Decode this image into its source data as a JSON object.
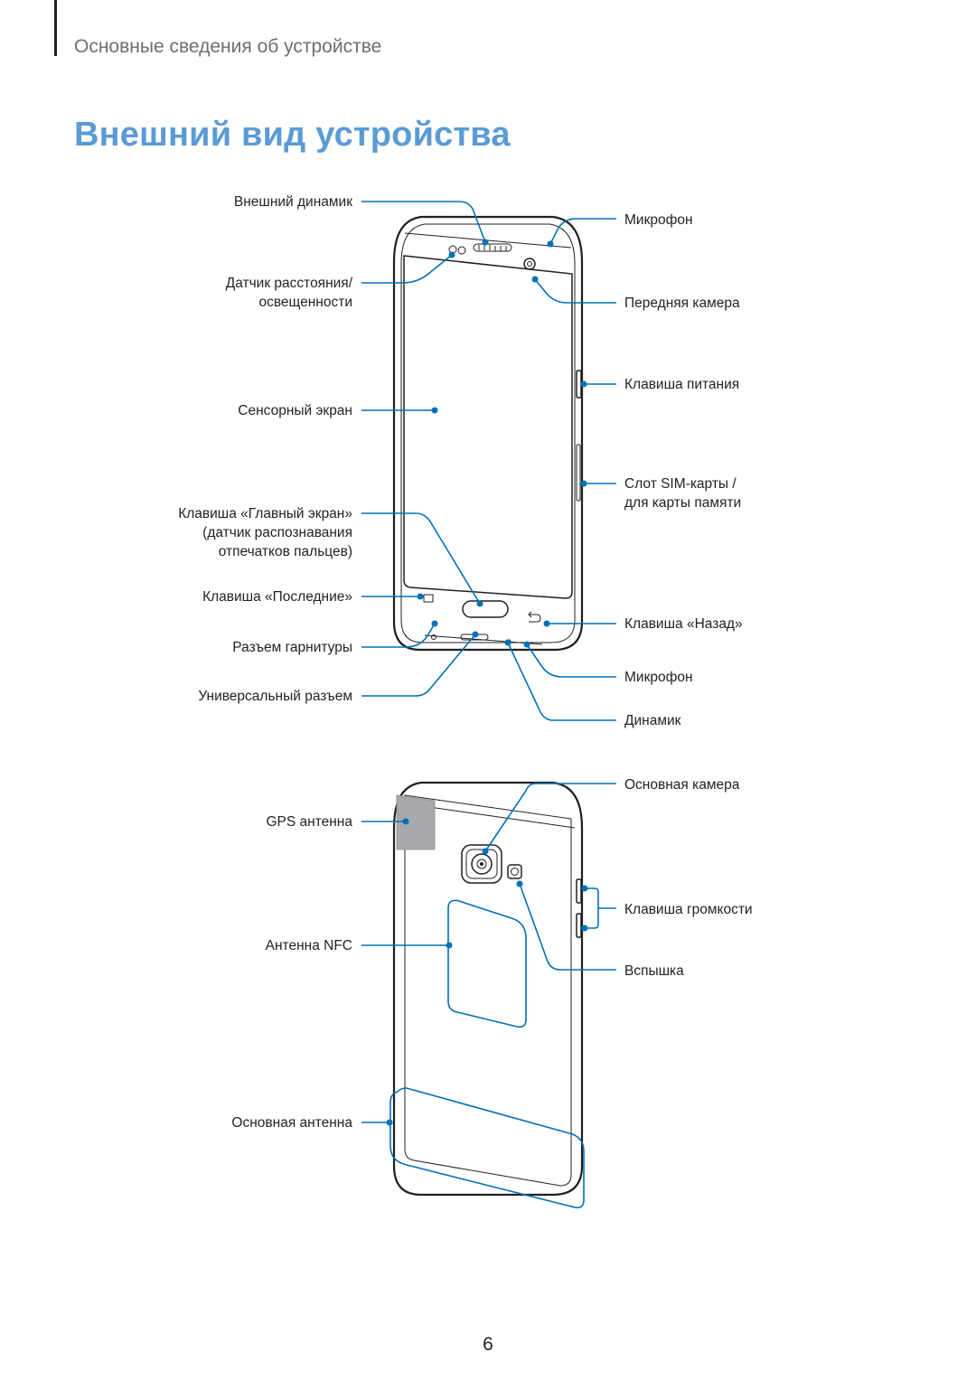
{
  "header": {
    "section": "Основные сведения об устройстве",
    "title": "Внешний вид устройства"
  },
  "front_labels": {
    "speaker_ext": "Внешний динамик",
    "proximity_1": "Датчик расстояния/",
    "proximity_2": "освещенности",
    "touchscreen": "Сенсорный экран",
    "home_1": "Клавиша «Главный экран»",
    "home_2": "(датчик распознавания",
    "home_3": "отпечатков пальцев)",
    "recent": "Клавиша «Последние»",
    "headset": "Разъем гарнитуры",
    "usb": "Универсальный разъем",
    "mic_top": "Микрофон",
    "front_camera": "Передняя камера",
    "power": "Клавиша питания",
    "sim_1": "Слот SIM-карты /",
    "sim_2": "для карты памяти",
    "back_key": "Клавиша «Назад»",
    "mic_bottom": "Микрофон",
    "speaker": "Динамик"
  },
  "rear_labels": {
    "gps": "GPS антенна",
    "nfc": "Антенна NFC",
    "main_antenna": "Основная антенна",
    "main_camera": "Основная камера",
    "volume": "Клавиша громкости",
    "flash": "Вспышка"
  },
  "colors": {
    "title": "#5b9bd5",
    "leader": "#0071b8",
    "device_outline": "#231f20",
    "gps_area": "#a7a9ac"
  },
  "footer": {
    "page_number": "6"
  }
}
